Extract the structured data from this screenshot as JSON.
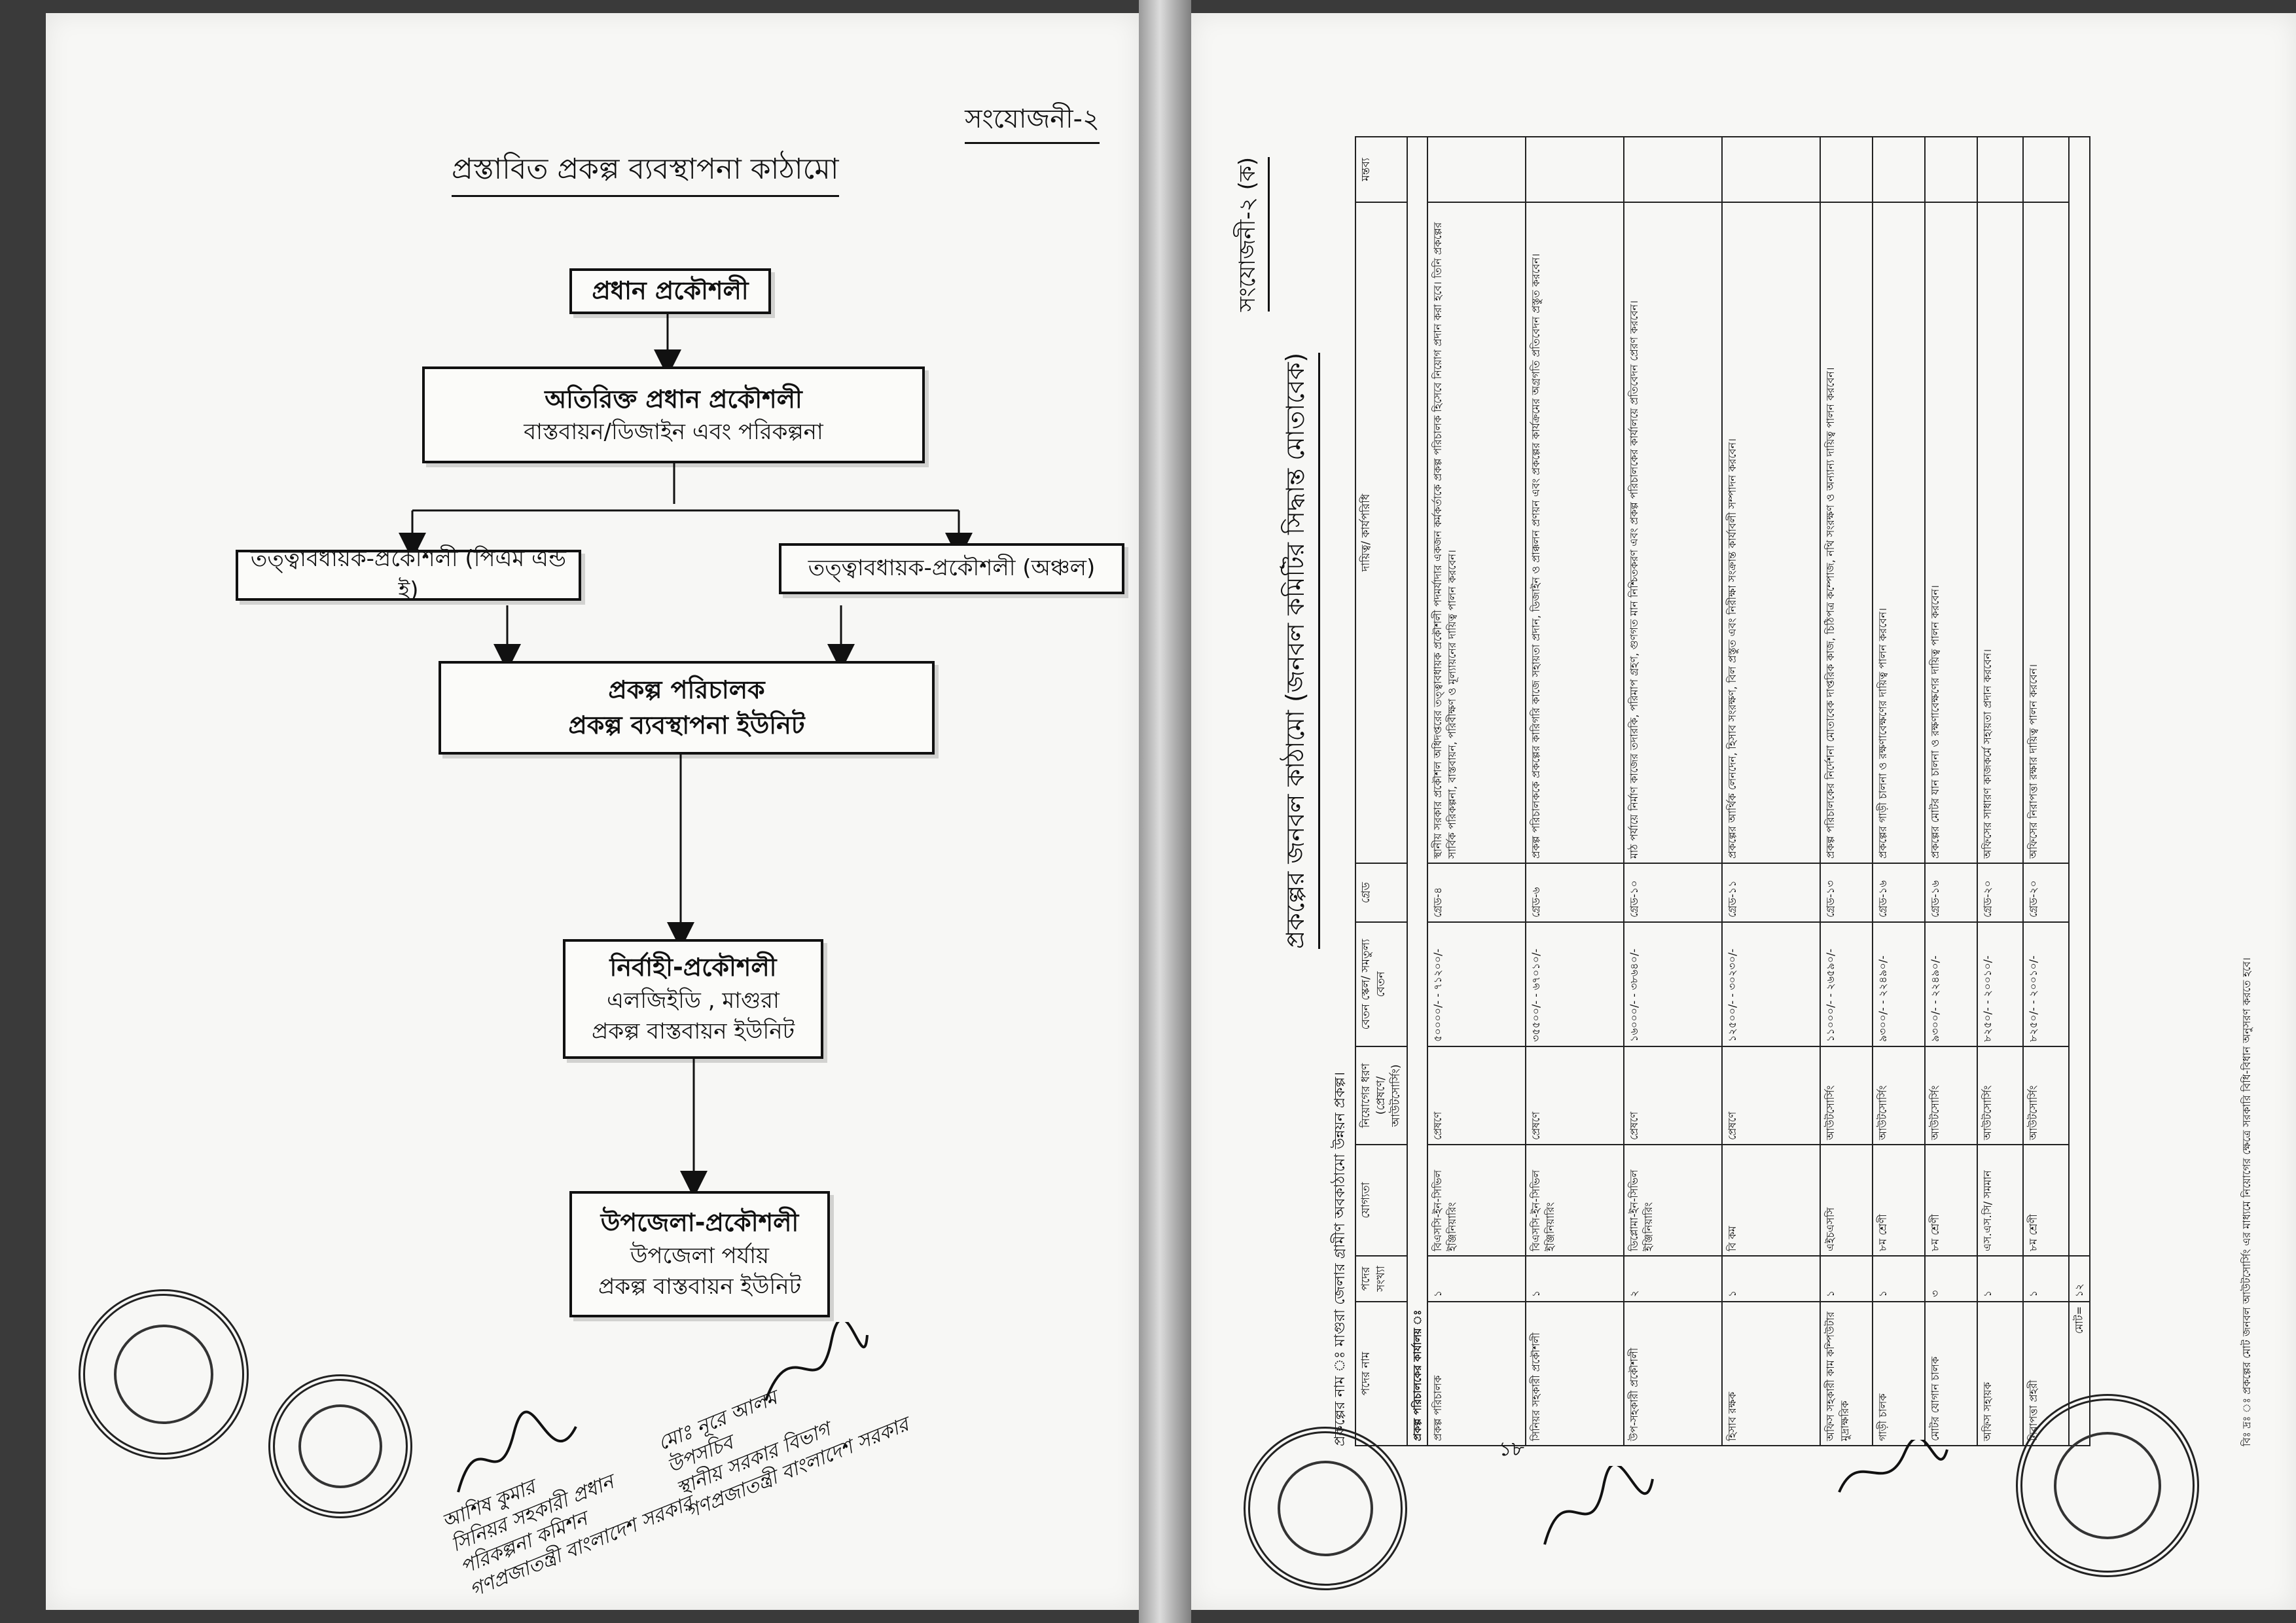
{
  "left_page": {
    "annex_label": "সংযোজনী-২",
    "title": "প্রস্তাবিত প্রকল্প ব্যবস্থাপনা কাঠামো",
    "boxes": {
      "chief": {
        "line1": "প্রধান প্রকৌশলী"
      },
      "addl_chief": {
        "line1": "অতিরিক্ত প্রধান প্রকৌশলী",
        "line2": "বাস্তবায়ন/ডিজাইন এবং পরিকল্পনা"
      },
      "se_pme": {
        "line1": "তত্ত্বাবধায়ক-প্রকৌশলী  (পিএম এন্ড ই)"
      },
      "se_zone": {
        "line1": "তত্ত্বাবধায়ক-প্রকৌশলী (অঞ্চল)"
      },
      "pd": {
        "line1": "প্রকল্প পরিচালক",
        "line2": "প্রকল্প ব্যবস্থাপনা ইউনিট"
      },
      "xen": {
        "line1": "নির্বাহী-প্রকৌশলী",
        "line2": "এলজিইডি , মাগুরা",
        "line3": "প্রকল্প বাস্তবায়ন ইউনিট"
      },
      "upazila": {
        "line1": "উপজেলা-প্রকৌশলী",
        "line2": "উপজেলা পর্যায়",
        "line3": "প্রকল্প বাস্তবায়ন ইউনিট"
      }
    },
    "signatures": {
      "sig1": [
        "আশিষ কুমার",
        "সিনিয়র সহকারী প্রধান",
        "পরিকল্পনা কমিশন",
        "গণপ্রজাতন্ত্রী বাংলাদেশ সরকার"
      ],
      "sig2": [
        "মোঃ নূরে আলম",
        "উপসচিব",
        "স্থানীয় সরকার বিভাগ",
        "গণপ্রজাতন্ত্রী বাংলাদেশ সরকার"
      ]
    }
  },
  "right_page": {
    "annex_label": "সংযোজনী-২ (ক)",
    "title": "প্রকল্পের জনবল কাঠামো (জনবল কমিটির সিদ্ধান্ত মোতাবেক)",
    "project_name": "প্রকল্পের নাম ঃ মাগুরা জেলার গ্রামীণ অবকাঠামো উন্নয়ন প্রকল্প।",
    "page_number": "১৮",
    "headers": [
      "পদের নাম",
      "পদের সংখ্যা",
      "যোগ্যতা",
      "নিয়োগের ধরণ (প্রেষণে/আউটসোর্সিং)",
      "বেতন স্কেল/ সমতুল্য বেতন",
      "গ্রেড",
      "দায়িত্ব/ কার্যপরিধি",
      "মন্তব্য"
    ],
    "section_title": "প্রকল্প পরিচালকের কার্যালয় ঃ",
    "rows": [
      {
        "post": "প্রকল্প পরিচালক",
        "count": "১",
        "qual": "বিএসসি-ইন-সিভিল ইঞ্জিনিয়ারিং",
        "type": "প্রেষণে",
        "scale": "৫০০০০/- - ৭১২০০/-",
        "grade": "গ্রেড-৪",
        "duty": "স্থানীয় সরকার প্রকৌশল অধিদপ্তরের তত্ত্বাবধায়ক প্রকৌশলী পদমর্যাদার একজন কর্মকর্তাকে প্রকল্প পরিচালক হিসেবে নিয়োগ প্রদান করা হবে। তিনি প্রকল্পের সার্বিক পরিকল্পনা, বাস্তবায়ন, পরিবীক্ষণ ও মূল্যায়নের দায়িত্ব পালন করবেন।"
      },
      {
        "post": "সিনিয়র সহকারী প্রকৌশলী",
        "count": "১",
        "qual": "বিএসসি-ইন-সিভিল ইঞ্জিনিয়ারিং",
        "type": "প্রেষণে",
        "scale": "৩৫৫০০/- - ৬৭০১০/-",
        "grade": "গ্রেড-৬",
        "duty": "প্রকল্প পরিচালককে প্রকল্পের কারিগরি কাজে সহায়তা প্রদান, ডিজাইন ও প্রাক্কলন প্রণয়ন এবং প্রকল্পের কার্যক্রমের অগ্রগতি প্রতিবেদন প্রস্তুত করবেন।"
      },
      {
        "post": "উপ-সহকারী প্রকৌশলী",
        "count": "২",
        "qual": "ডিপ্লোমা-ইন-সিভিল ইঞ্জিনিয়ারিং",
        "type": "প্রেষণে",
        "scale": "১৬০০০/- - ৩৮৬৪০/-",
        "grade": "গ্রেড-১০",
        "duty": "মাঠ পর্যায়ে নির্মাণ কাজের তদারকি, পরিমাপ গ্রহণ, গুণগত মান নিশ্চিতকরণ এবং প্রকল্প পরিচালকের কার্যালয়ে প্রতিবেদন প্রেরণ করবেন।"
      },
      {
        "post": "হিসাব রক্ষক",
        "count": "১",
        "qual": "বি কম",
        "type": "প্রেষণে",
        "scale": "১২৫০০/- - ৩০২৩০/-",
        "grade": "গ্রেড-১১",
        "duty": "প্রকল্পের আর্থিক লেনদেন, হিসাব সংরক্ষণ, বিল প্রস্তুত এবং নিরীক্ষা সংক্রান্ত কার্যাবলী সম্পাদন করবেন।"
      },
      {
        "post": "অফিস সহকারী কাম কম্পিউটার মুদ্রাক্ষরিক",
        "count": "১",
        "qual": "এইচএসসি",
        "type": "আউটসোর্সিং",
        "scale": "১১০০০/- - ২৬৫৯০/-",
        "grade": "গ্রেড-১৩",
        "duty": "প্রকল্প পরিচালকের নির্দেশনা মোতাবেক দাপ্তরিক কাজ, চিঠিপত্র কম্পোজ, নথি সংরক্ষণ ও অন্যান্য দায়িত্ব পালন করবেন।"
      },
      {
        "post": "গাড়ী চালক",
        "count": "১",
        "qual": "৮ম শ্রেণী",
        "type": "আউটসোর্সিং",
        "scale": "৯৩০০/- - ২২৪৯০/-",
        "grade": "গ্রেড-১৬",
        "duty": "প্রকল্পের গাড়ী চালনা ও রক্ষণাবেক্ষণের দায়িত্ব পালন করবেন।"
      },
      {
        "post": "মোটর যোগান চালক",
        "count": "৩",
        "qual": "৮ম শ্রেণী",
        "type": "আউটসোর্সিং",
        "scale": "৯৩০০/- - ২২৪৯০/-",
        "grade": "গ্রেড-১৬",
        "duty": "প্রকল্পের মোটর যান চালনা ও রক্ষণাবেক্ষণের দায়িত্ব পালন করবেন।"
      },
      {
        "post": "অফিস সহায়ক",
        "count": "১",
        "qual": "এস.এস.সি/ সমমান",
        "type": "আউটসোর্সিং",
        "scale": "৮২৫০/- - ২০০১০/-",
        "grade": "গ্রেড-২০",
        "duty": "অফিসের সাধারণ কাজকর্মে সহায়তা প্রদান করবেন।"
      },
      {
        "post": "নিরাপত্তা প্রহরী",
        "count": "১",
        "qual": "৮ম শ্রেণী",
        "type": "আউটসোর্সিং",
        "scale": "৮২৫০/- - ২০০১০/-",
        "grade": "গ্রেড-২০",
        "duty": "অফিসের নিরাপত্তা রক্ষার দায়িত্ব পালন করবেন।"
      }
    ],
    "total_label": "মোট=",
    "total_value": "১২",
    "footnote": "বিঃ দ্রঃ ঃ প্রকল্পের মোট জনবল আউটসোর্সিং এর মাধ্যমে নিয়োগের ক্ষেত্রে সরকারি বিধি-বিধান অনুসরণ করতে হবে।"
  }
}
